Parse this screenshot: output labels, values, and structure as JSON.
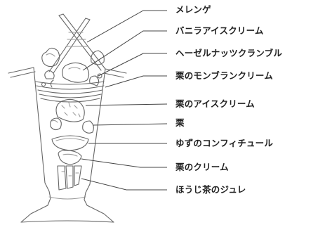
{
  "labels": [
    {
      "text": "メレンゲ"
    },
    {
      "text": "バニラアイスクリーム"
    },
    {
      "text": "ヘーゼルナッツクランブル"
    },
    {
      "text": "栗のモンブランクリーム"
    },
    {
      "text": "栗のアイスクリーム"
    },
    {
      "text": "栗"
    },
    {
      "text": "ゆずのコンフィチュール"
    },
    {
      "text": "栗のクリーム"
    },
    {
      "text": "ほうじ茶のジュレ"
    }
  ],
  "colors": {
    "ink": "#222222",
    "sketch": "#666666",
    "sketch_light": "#9a9a9a"
  }
}
